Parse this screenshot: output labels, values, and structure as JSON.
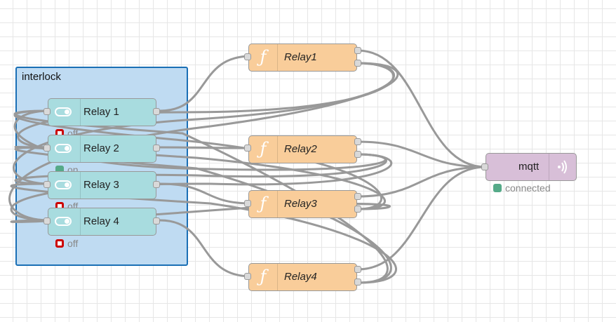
{
  "group": {
    "label": "interlock"
  },
  "switches": [
    {
      "label": "Relay 1",
      "status": "off",
      "status_color": "#cc0000"
    },
    {
      "label": "Relay 2",
      "status": "on",
      "status_color": "#55aa88"
    },
    {
      "label": "Relay 3",
      "status": "off",
      "status_color": "#cc0000"
    },
    {
      "label": "Relay 4",
      "status": "off",
      "status_color": "#cc0000"
    }
  ],
  "functions": [
    {
      "label": "Relay1",
      "icon": "function-icon"
    },
    {
      "label": "Relay2",
      "icon": "function-icon"
    },
    {
      "label": "Relay3",
      "icon": "function-icon"
    },
    {
      "label": "Relay4",
      "icon": "function-icon"
    }
  ],
  "mqtt": {
    "label": "mqtt",
    "status": "connected",
    "icon": "broadcast-icon"
  },
  "colors": {
    "switch": "#a8dcdf",
    "function": "#f9cd9a",
    "mqtt": "#d8bfd8",
    "group": "#bfdbf2",
    "group_border": "#1a6fb5",
    "wire": "#999999"
  }
}
